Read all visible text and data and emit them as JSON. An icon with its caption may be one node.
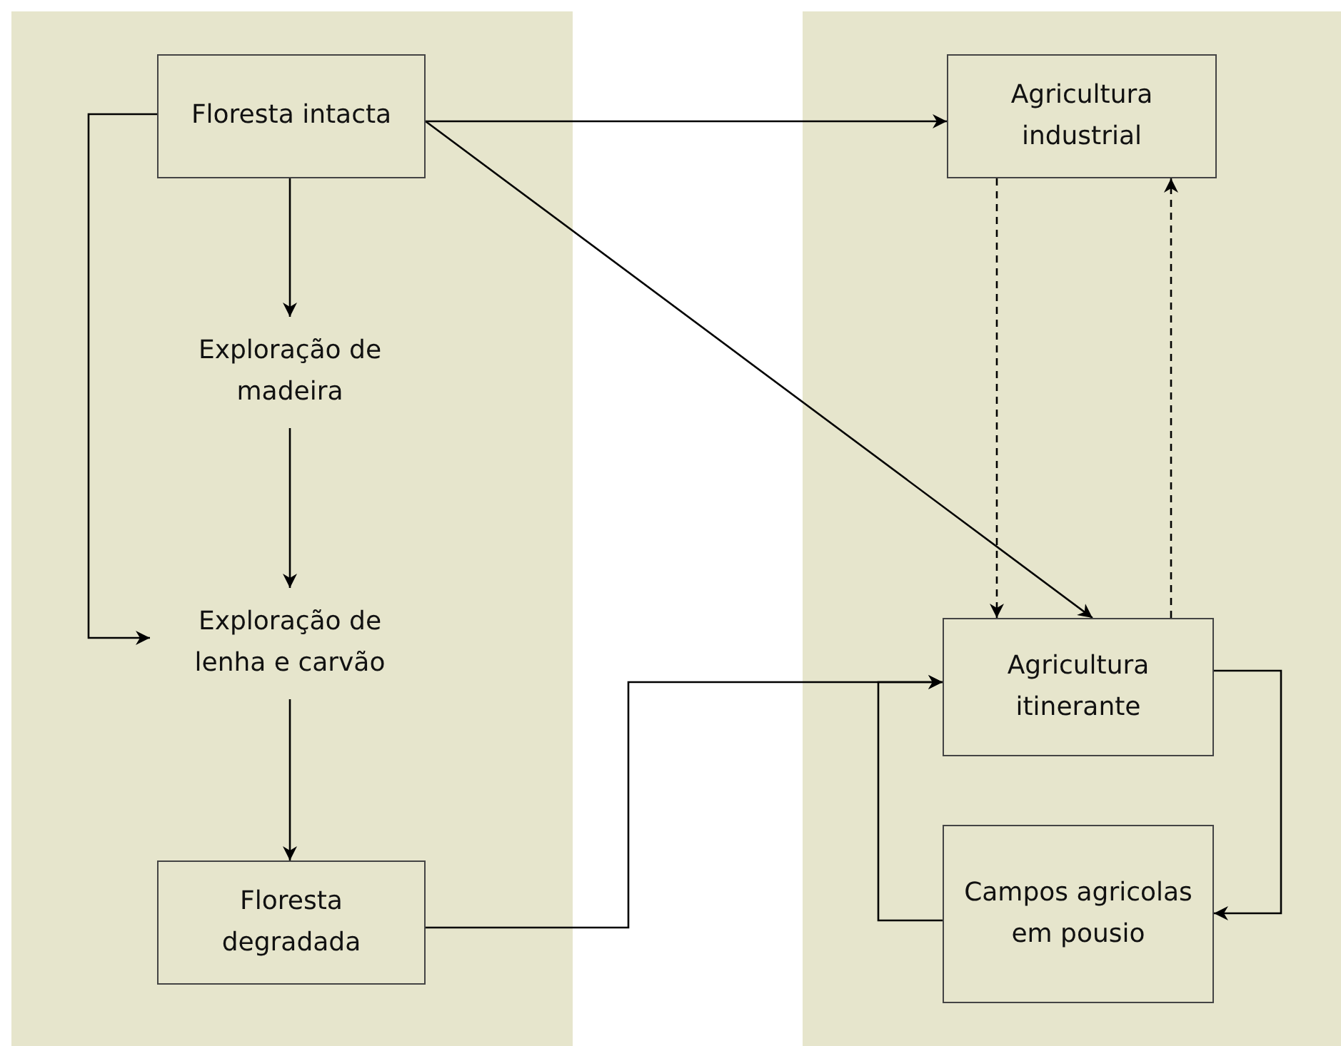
{
  "diagram": {
    "nodes": [
      {
        "text": [
          "Floresta intacta"
        ]
      },
      {
        "text": [
          "Exploração de madeira"
        ]
      },
      {
        "text": [
          "Exploração de lenha e carvão"
        ]
      },
      {
        "text": [
          "Floresta degradada"
        ]
      },
      {
        "text": [
          "Agricultura industrial"
        ]
      },
      {
        "text": [
          "Agricultura itinerante"
        ]
      },
      {
        "text": [
          "Campos agricolas em pousio"
        ]
      }
    ],
    "edges": [
      {
        "from": 0,
        "to": 1,
        "arrow": "to"
      },
      {
        "from": 1,
        "to": 2,
        "arrow": "to"
      },
      {
        "from": 2,
        "to": 3,
        "arrow": "to"
      },
      {
        "from": 0,
        "to": 2,
        "arrow": "to"
      },
      {
        "from": 0,
        "to": 4,
        "arrow": "to"
      },
      {
        "from": 0,
        "to": 5,
        "arrow": "to"
      },
      {
        "from": 4,
        "to": 5,
        "arrow": "to",
        "style": "dashed"
      },
      {
        "from": 5,
        "to": 4,
        "arrow": "to",
        "style": "dashed"
      },
      {
        "from": 3,
        "to": 5,
        "arrow": "to"
      },
      {
        "from": 6,
        "to": 5,
        "arrow": "to"
      },
      {
        "from": 5,
        "to": 6,
        "arrow": "to"
      }
    ]
  }
}
